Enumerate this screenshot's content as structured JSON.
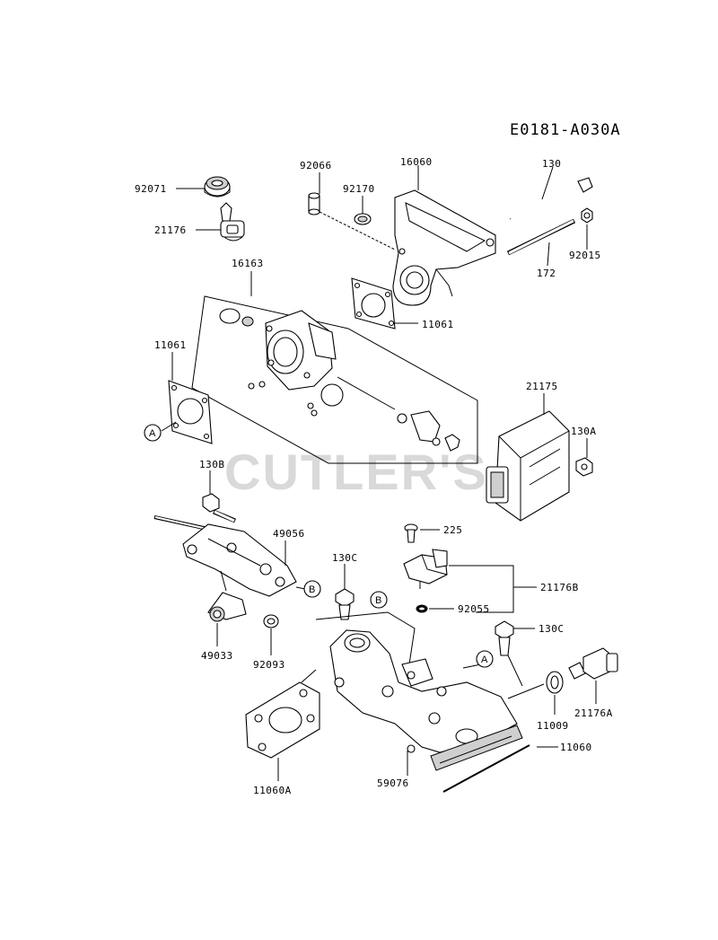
{
  "diagram_code": "E0181-A030A",
  "watermark": "CUTLER'S",
  "parts": {
    "p92071": "92071",
    "p21176": "21176",
    "p92066": "92066",
    "p92170": "92170",
    "p16060": "16060",
    "p130": "130",
    "p92015": "92015",
    "p172": "172",
    "p16163": "16163",
    "p11061_right": "11061",
    "p11061_left": "11061",
    "p21175": "21175",
    "p130A": "130A",
    "p130B": "130B",
    "p49056": "49056",
    "p130C_top": "130C",
    "p225": "225",
    "p21176B": "21176B",
    "p92055": "92055",
    "p130C_right": "130C",
    "p49033": "49033",
    "p92093": "92093",
    "p11009": "11009",
    "p21176A": "21176A",
    "p11060": "11060",
    "p11060A": "11060A",
    "p59076": "59076"
  },
  "markers": {
    "a_left": "A",
    "b_left": "B",
    "b_body": "B",
    "a_body": "A"
  }
}
